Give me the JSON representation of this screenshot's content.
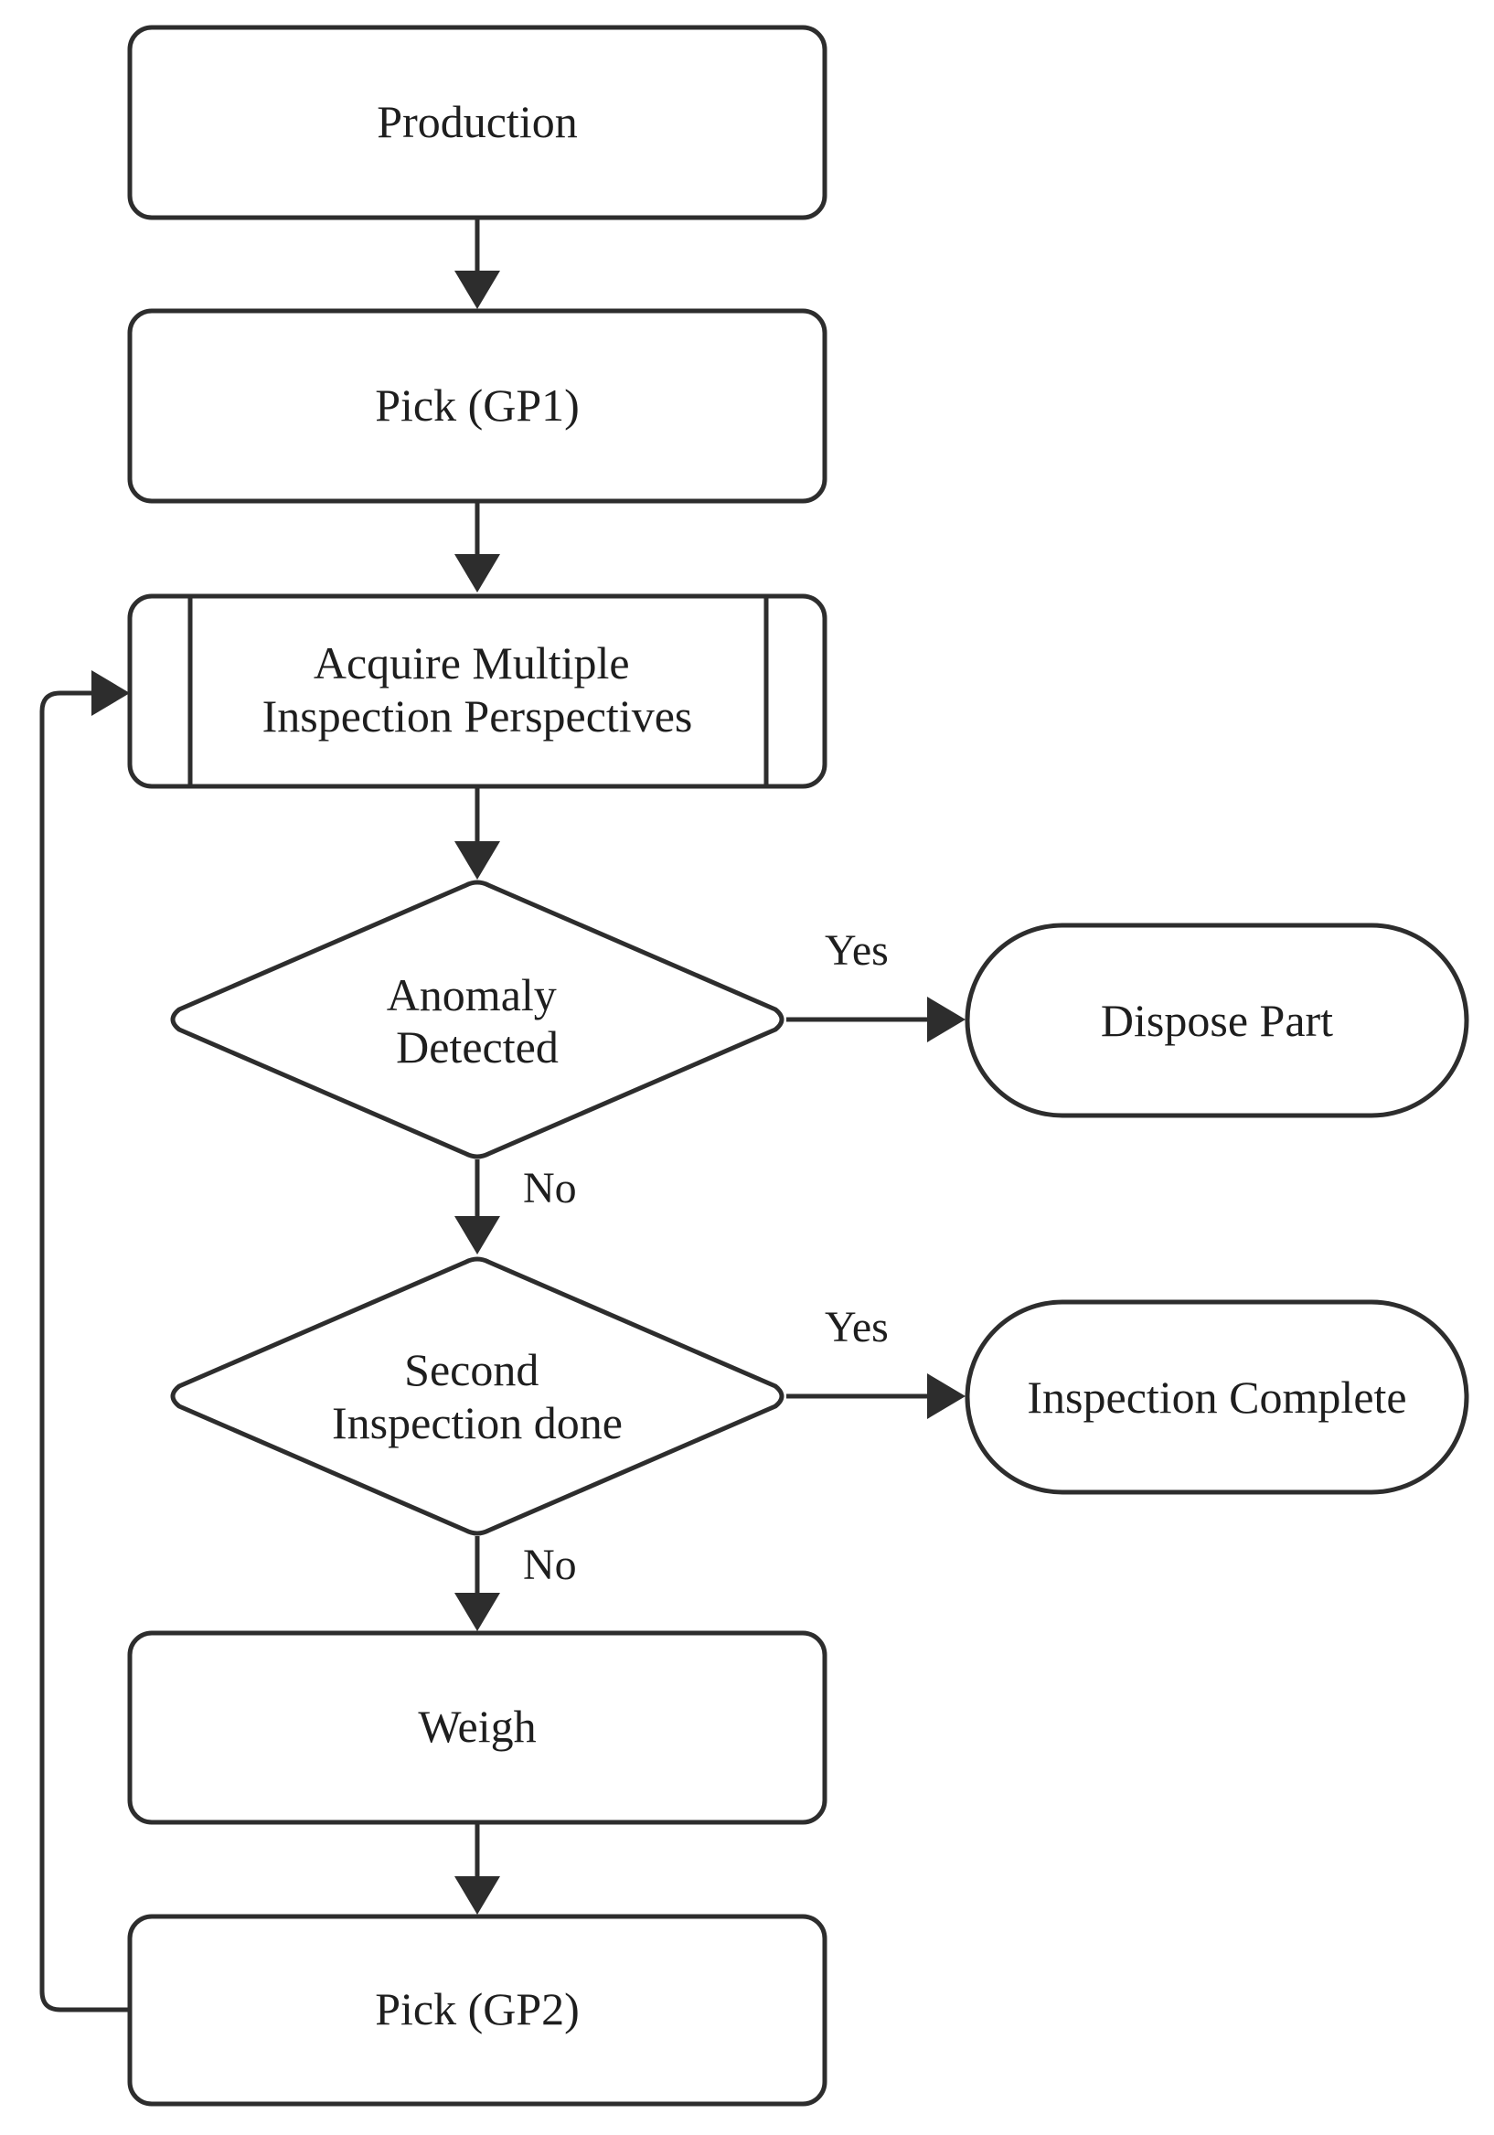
{
  "diagram": {
    "type": "flowchart",
    "nodes": {
      "production": {
        "lines": [
          "Production"
        ],
        "shape": "rounded-rectangle"
      },
      "pick_gp1": {
        "lines": [
          "Pick (GP1)"
        ],
        "shape": "rounded-rectangle"
      },
      "acquire": {
        "lines": [
          "Acquire Multiple",
          "Inspection Perspectives"
        ],
        "shape": "predefined-process"
      },
      "anomaly": {
        "lines": [
          "Anomaly",
          "Detected"
        ],
        "shape": "decision"
      },
      "dispose": {
        "lines": [
          "Dispose Part"
        ],
        "shape": "terminator"
      },
      "second": {
        "lines": [
          "Second",
          "Inspection done"
        ],
        "shape": "decision"
      },
      "complete": {
        "lines": [
          "Inspection Complete"
        ],
        "shape": "terminator"
      },
      "weigh": {
        "lines": [
          "Weigh"
        ],
        "shape": "rounded-rectangle"
      },
      "pick_gp2": {
        "lines": [
          "Pick (GP2)"
        ],
        "shape": "rounded-rectangle"
      }
    },
    "edges": [
      {
        "from": "production",
        "to": "pick_gp1",
        "label": ""
      },
      {
        "from": "pick_gp1",
        "to": "acquire",
        "label": ""
      },
      {
        "from": "acquire",
        "to": "anomaly",
        "label": ""
      },
      {
        "from": "anomaly",
        "to": "dispose",
        "label": "Yes"
      },
      {
        "from": "anomaly",
        "to": "second",
        "label": "No"
      },
      {
        "from": "second",
        "to": "complete",
        "label": "Yes"
      },
      {
        "from": "second",
        "to": "weigh",
        "label": "No"
      },
      {
        "from": "weigh",
        "to": "pick_gp2",
        "label": ""
      },
      {
        "from": "pick_gp2",
        "to": "acquire",
        "label": ""
      }
    ],
    "colors": {
      "stroke": "#2d2d2d",
      "text": "#1e1e1e",
      "background": "#ffffff"
    }
  }
}
